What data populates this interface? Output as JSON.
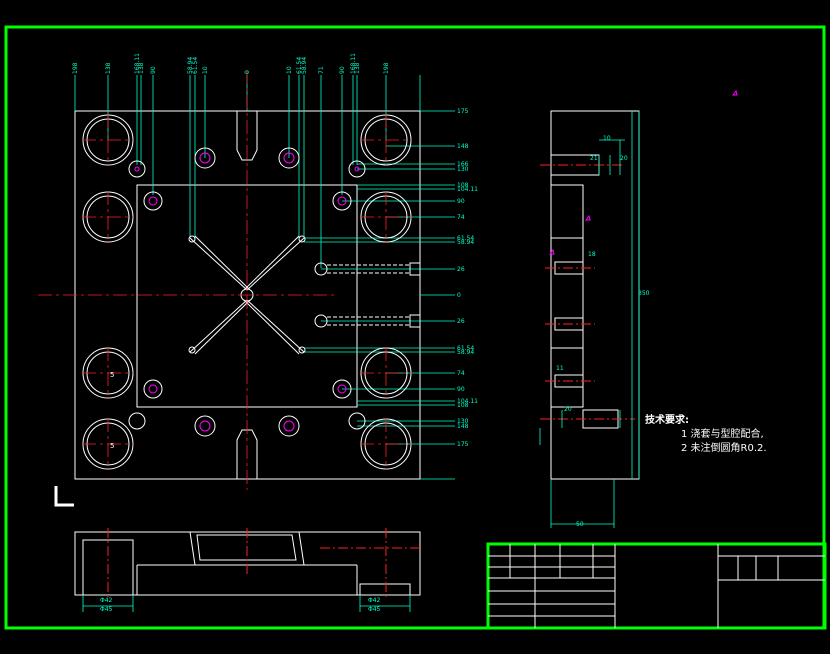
{
  "colors": {
    "background": "#000000",
    "border": "#00ff00",
    "geometry": "#ffffff",
    "dimension": "#00ffcc",
    "centerline": "#ff2020",
    "marker": "#ff00ff"
  },
  "tech_notes": {
    "title": "技术要求:",
    "items": [
      "1 浇套与型腔配合,",
      "2 未注倒圆角R0.2."
    ]
  },
  "top_dims": [
    "198",
    "138",
    "168.11",
    "138",
    "90",
    "58.94",
    "61.54",
    "10",
    "0",
    "10",
    "61.54",
    "58.94",
    "71",
    "90",
    "168.11",
    "138",
    "198"
  ],
  "right_dims": [
    "175",
    "148",
    "166",
    "130",
    "108",
    "104.11",
    "90",
    "74",
    "61.54",
    "58.94",
    "26",
    "0",
    "26",
    "61.54",
    "58.94",
    "74",
    "90",
    "104.11",
    "108",
    "130",
    "148",
    "175"
  ],
  "side_dims": [
    "10",
    "20",
    "21",
    "18",
    "350",
    "11",
    "20",
    "50"
  ],
  "bottom_dims": [
    "Φ42",
    "Φ45",
    "Φ42",
    "Φ45"
  ],
  "hole_labels": [
    "5",
    "5"
  ]
}
